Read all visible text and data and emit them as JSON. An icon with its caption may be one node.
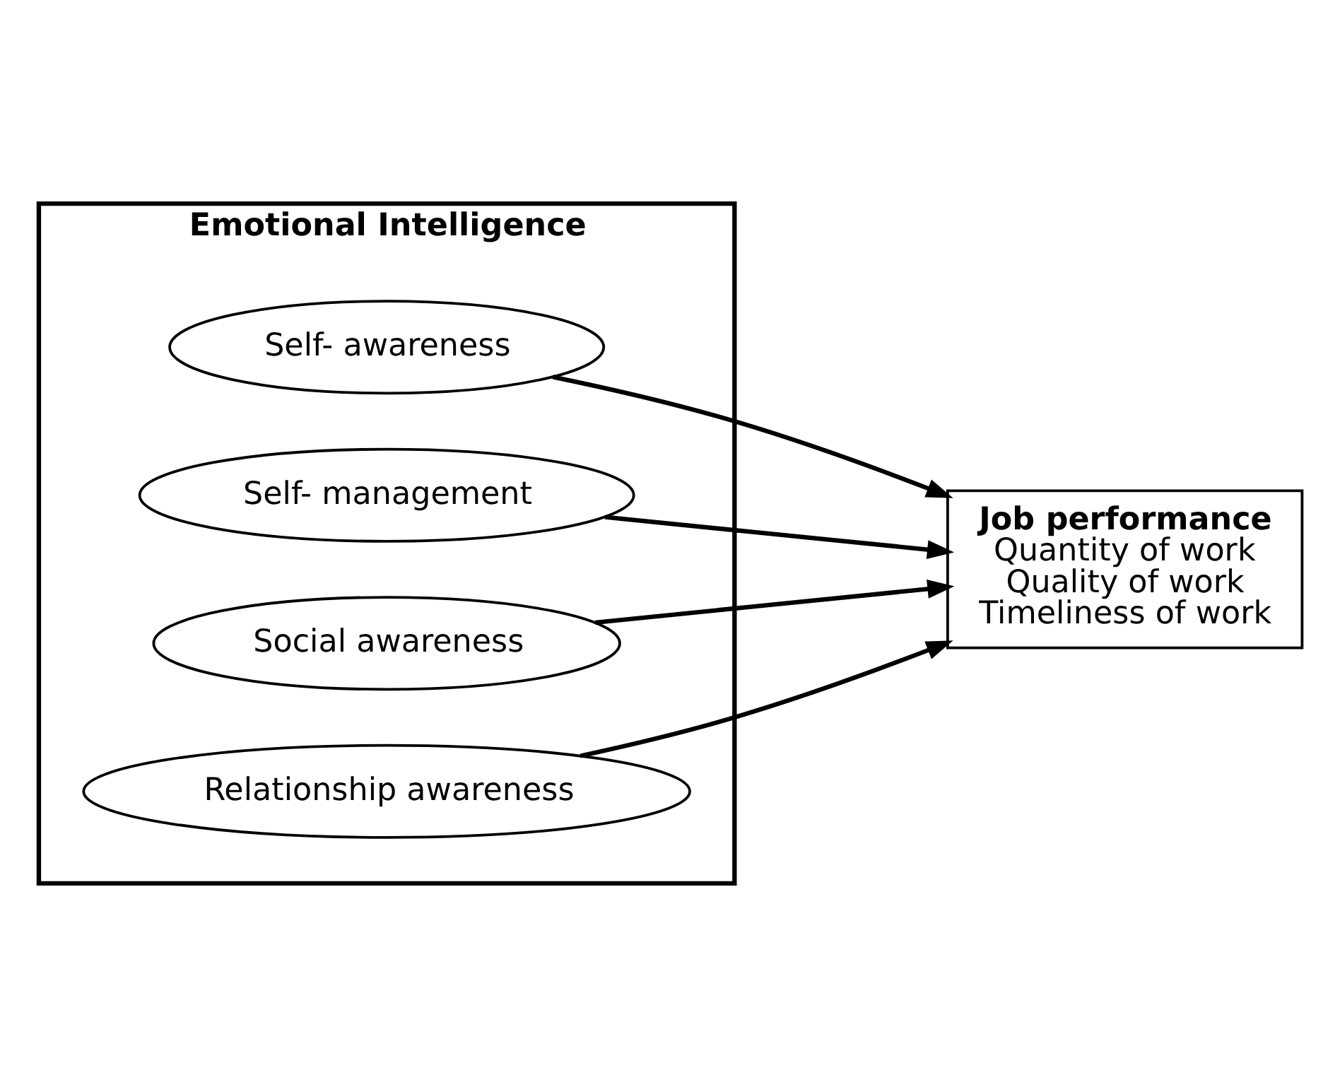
{
  "diagram": {
    "nodes": [
      {
        "text": [
          "Emotional Intelligence"
        ]
      },
      {
        "text": [
          "Self- awareness"
        ],
        "in": 0
      },
      {
        "text": [
          "Self- management"
        ],
        "in": 0
      },
      {
        "text": [
          "Social awareness"
        ],
        "in": 0
      },
      {
        "text": [
          "Relationship awareness"
        ],
        "in": 0
      },
      {
        "text": [
          "Job performance",
          "Quantity of work",
          "Quality of work",
          "Timeliness of work"
        ]
      }
    ],
    "edges": [
      {
        "from": 1,
        "to": 5,
        "arrow": "to"
      },
      {
        "from": 2,
        "to": 5,
        "arrow": "to"
      },
      {
        "from": 3,
        "to": 5,
        "arrow": "to"
      },
      {
        "from": 4,
        "to": 5,
        "arrow": "to"
      }
    ]
  }
}
